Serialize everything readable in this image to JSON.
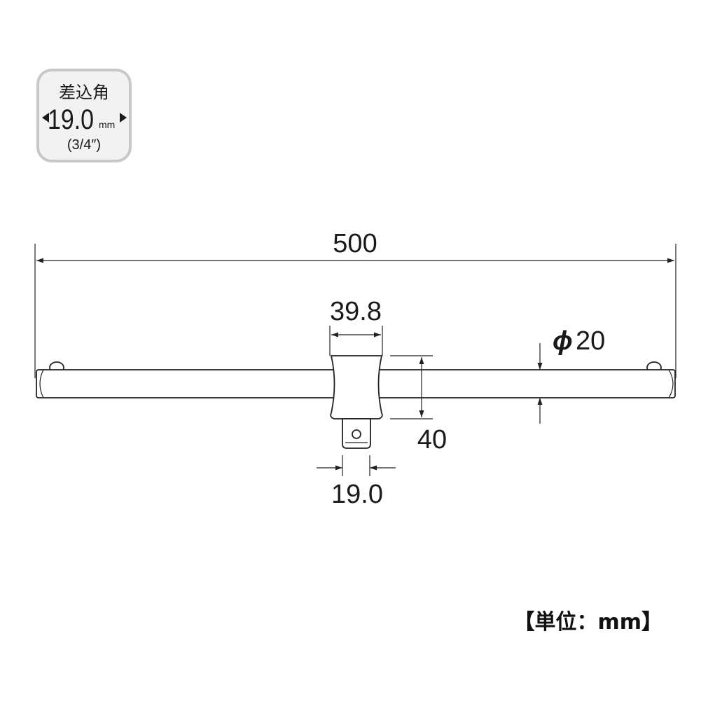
{
  "badge": {
    "title": "差込角",
    "size": "19.0",
    "unit": "mm",
    "inch": "(3/4″)"
  },
  "dimensions": {
    "overall_length": "500",
    "sleeve_width": "39.8",
    "sleeve_height": "40",
    "drive_size": "19.0",
    "bar_diameter_symbol": "ϕ",
    "bar_diameter": "20"
  },
  "unit_note": "【単位：mm】",
  "colors": {
    "line": "#222222",
    "badge_border": "#c8c8c8",
    "badge_fill": "#f2f2f2"
  }
}
